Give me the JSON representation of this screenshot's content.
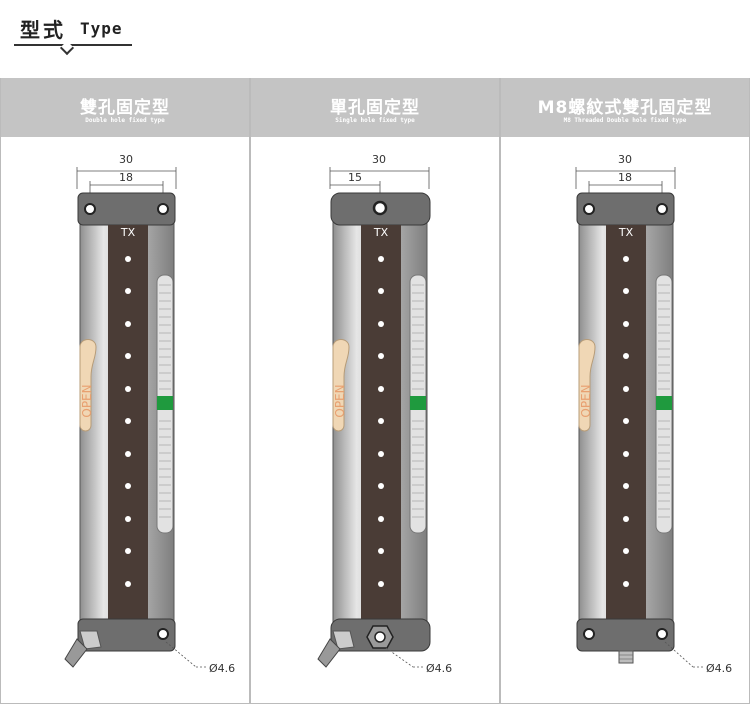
{
  "header": {
    "title_zh": "型式",
    "title_en": "Type"
  },
  "panels": [
    {
      "title": "雙孔固定型",
      "subtitle": "Double hole fixed type",
      "dim_outer": "30",
      "dim_inner": "18",
      "tx_label": "TX",
      "open_label": "OPEN",
      "hole_label": "Ø4.6"
    },
    {
      "title": "單孔固定型",
      "subtitle": "Single hole fixed type",
      "dim_outer": "30",
      "dim_inner": "15",
      "tx_label": "TX",
      "open_label": "OPEN",
      "hole_label": "Ø4.6"
    },
    {
      "title": "M8螺紋式雙孔固定型",
      "subtitle": "M8 Threaded Double hole fixed type",
      "dim_outer": "30",
      "dim_inner": "18",
      "tx_label": "TX",
      "open_label": "OPEN",
      "hole_label": "Ø4.6"
    }
  ],
  "colors": {
    "header_bg": "#c4c4c4",
    "strip": "#4a3c36",
    "indicator": "#1f9a3e",
    "open_tab": "#f0d7b5"
  }
}
